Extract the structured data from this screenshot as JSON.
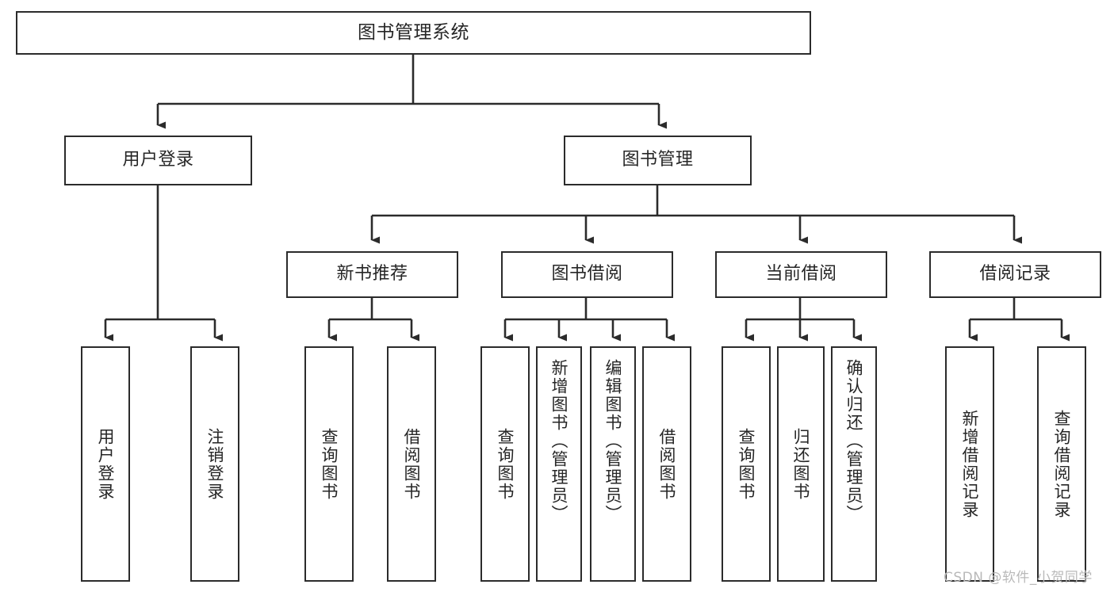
{
  "diagram": {
    "type": "tree",
    "title": "图书管理系统",
    "orientation": "top-down",
    "colors": {
      "box_border": "#2b2b2b",
      "box_fill": "#ffffff",
      "edge": "#2b2b2b",
      "text": "#262626",
      "watermark": "#b9b9b9"
    },
    "root": {
      "label": "图书管理系统"
    },
    "level1": [
      {
        "label": "用户登录"
      },
      {
        "label": "图书管理"
      }
    ],
    "level2": [
      {
        "label": "新书推荐"
      },
      {
        "label": "图书借阅"
      },
      {
        "label": "当前借阅"
      },
      {
        "label": "借阅记录"
      }
    ],
    "leaves": {
      "user_login": [
        {
          "label": "用户登录"
        },
        {
          "label": "注销登录"
        }
      ],
      "new_book_recommend": [
        {
          "label": "查询图书"
        },
        {
          "label": "借阅图书"
        }
      ],
      "book_borrow": [
        {
          "label": "查询图书"
        },
        {
          "label": "新增图书（管理员）"
        },
        {
          "label": "编辑图书（管理员）"
        },
        {
          "label": "借阅图书"
        }
      ],
      "current_borrow": [
        {
          "label": "查询图书"
        },
        {
          "label": "归还图书"
        },
        {
          "label": "确认归还（管理员）"
        }
      ],
      "borrow_record": [
        {
          "label": "新增借阅记录"
        },
        {
          "label": "查询借阅记录"
        }
      ]
    }
  },
  "watermark": {
    "text": "CSDN @软件_小贺同学"
  }
}
